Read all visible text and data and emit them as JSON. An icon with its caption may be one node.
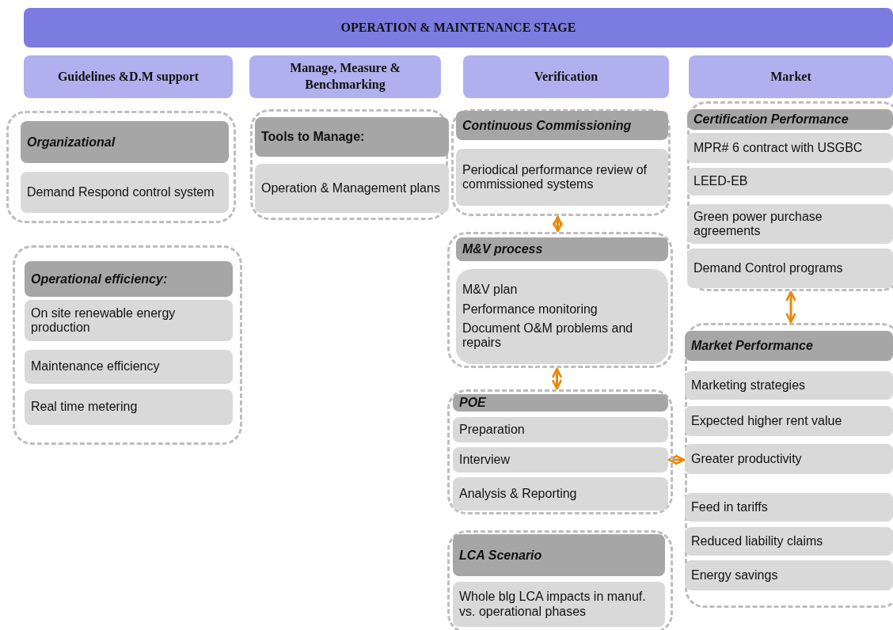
{
  "diagram": {
    "nodes": [
      {
        "text": [
          "OPERATION & MAINTENANCE STAGE"
        ]
      },
      {
        "text": [
          "Guidelines &D.M support"
        ]
      },
      {
        "text": [
          "Manage, Measure & Benchmarking"
        ]
      },
      {
        "text": [
          "Verification"
        ]
      },
      {
        "text": [
          "Market"
        ]
      },
      {
        "text": [],
        "shape": "box"
      },
      {
        "text": [
          "Organizational"
        ],
        "in": 5
      },
      {
        "text": [
          "Demand Respond control system"
        ],
        "in": 5
      },
      {
        "text": [],
        "shape": "box"
      },
      {
        "text": [
          "Operational efficiency:"
        ],
        "in": 8
      },
      {
        "text": [
          "On site renewable energy production"
        ],
        "in": 8
      },
      {
        "text": [
          "Maintenance efficiency"
        ],
        "in": 8
      },
      {
        "text": [
          "Real time metering"
        ],
        "in": 8
      },
      {
        "text": [],
        "shape": "box"
      },
      {
        "text": [
          "Tools to Manage:"
        ],
        "in": 13
      },
      {
        "text": [
          "Operation & Management plans"
        ],
        "in": 13
      },
      {
        "text": [],
        "shape": "box"
      },
      {
        "text": [
          "Continuous Commissioning"
        ],
        "in": 16
      },
      {
        "text": [
          "Periodical performance review of commissioned systems"
        ],
        "in": 16
      },
      {
        "text": [],
        "shape": "box"
      },
      {
        "text": [
          "M&V process"
        ],
        "in": 19
      },
      {
        "text": [
          "M&V plan",
          "Performance monitoring",
          "Document O&M problems and repairs"
        ],
        "in": 19
      },
      {
        "text": [],
        "shape": "box"
      },
      {
        "text": [
          "POE"
        ],
        "in": 22
      },
      {
        "text": [
          "Preparation"
        ],
        "in": 22
      },
      {
        "text": [
          "Interview"
        ],
        "in": 22
      },
      {
        "text": [
          "Analysis & Reporting"
        ],
        "in": 22
      },
      {
        "text": [],
        "shape": "box"
      },
      {
        "text": [
          "LCA Scenario"
        ],
        "in": 27
      },
      {
        "text": [
          "Whole blg LCA impacts in manuf. vs. operational phases"
        ],
        "in": 27
      },
      {
        "text": [],
        "shape": "box"
      },
      {
        "text": [
          "Certification Performance"
        ],
        "in": 30
      },
      {
        "text": [
          "MPR# 6 contract with USGBC"
        ],
        "in": 30
      },
      {
        "text": [
          "LEED-EB"
        ],
        "in": 30
      },
      {
        "text": [
          "Green power purchase agreements"
        ],
        "in": 30
      },
      {
        "text": [
          "Demand Control programs"
        ],
        "in": 30
      },
      {
        "text": [],
        "shape": "box"
      },
      {
        "text": [
          "Market Performance"
        ],
        "in": 36
      },
      {
        "text": [
          "Marketing strategies"
        ],
        "in": 36
      },
      {
        "text": [
          "Expected higher rent value"
        ],
        "in": 36
      },
      {
        "text": [
          "Greater productivity"
        ],
        "in": 36
      },
      {
        "text": [
          "Feed in tariffs"
        ],
        "in": 36
      },
      {
        "text": [
          "Reduced liability claims"
        ],
        "in": 36
      },
      {
        "text": [
          "Energy savings"
        ],
        "in": 36
      }
    ],
    "edges": [
      {
        "from": 16,
        "to": 19,
        "arrow": "both"
      },
      {
        "from": 19,
        "to": 22,
        "arrow": "both"
      },
      {
        "from": 30,
        "to": 36,
        "arrow": "both"
      },
      {
        "from": 25,
        "to": 40,
        "arrow": "both"
      }
    ]
  }
}
